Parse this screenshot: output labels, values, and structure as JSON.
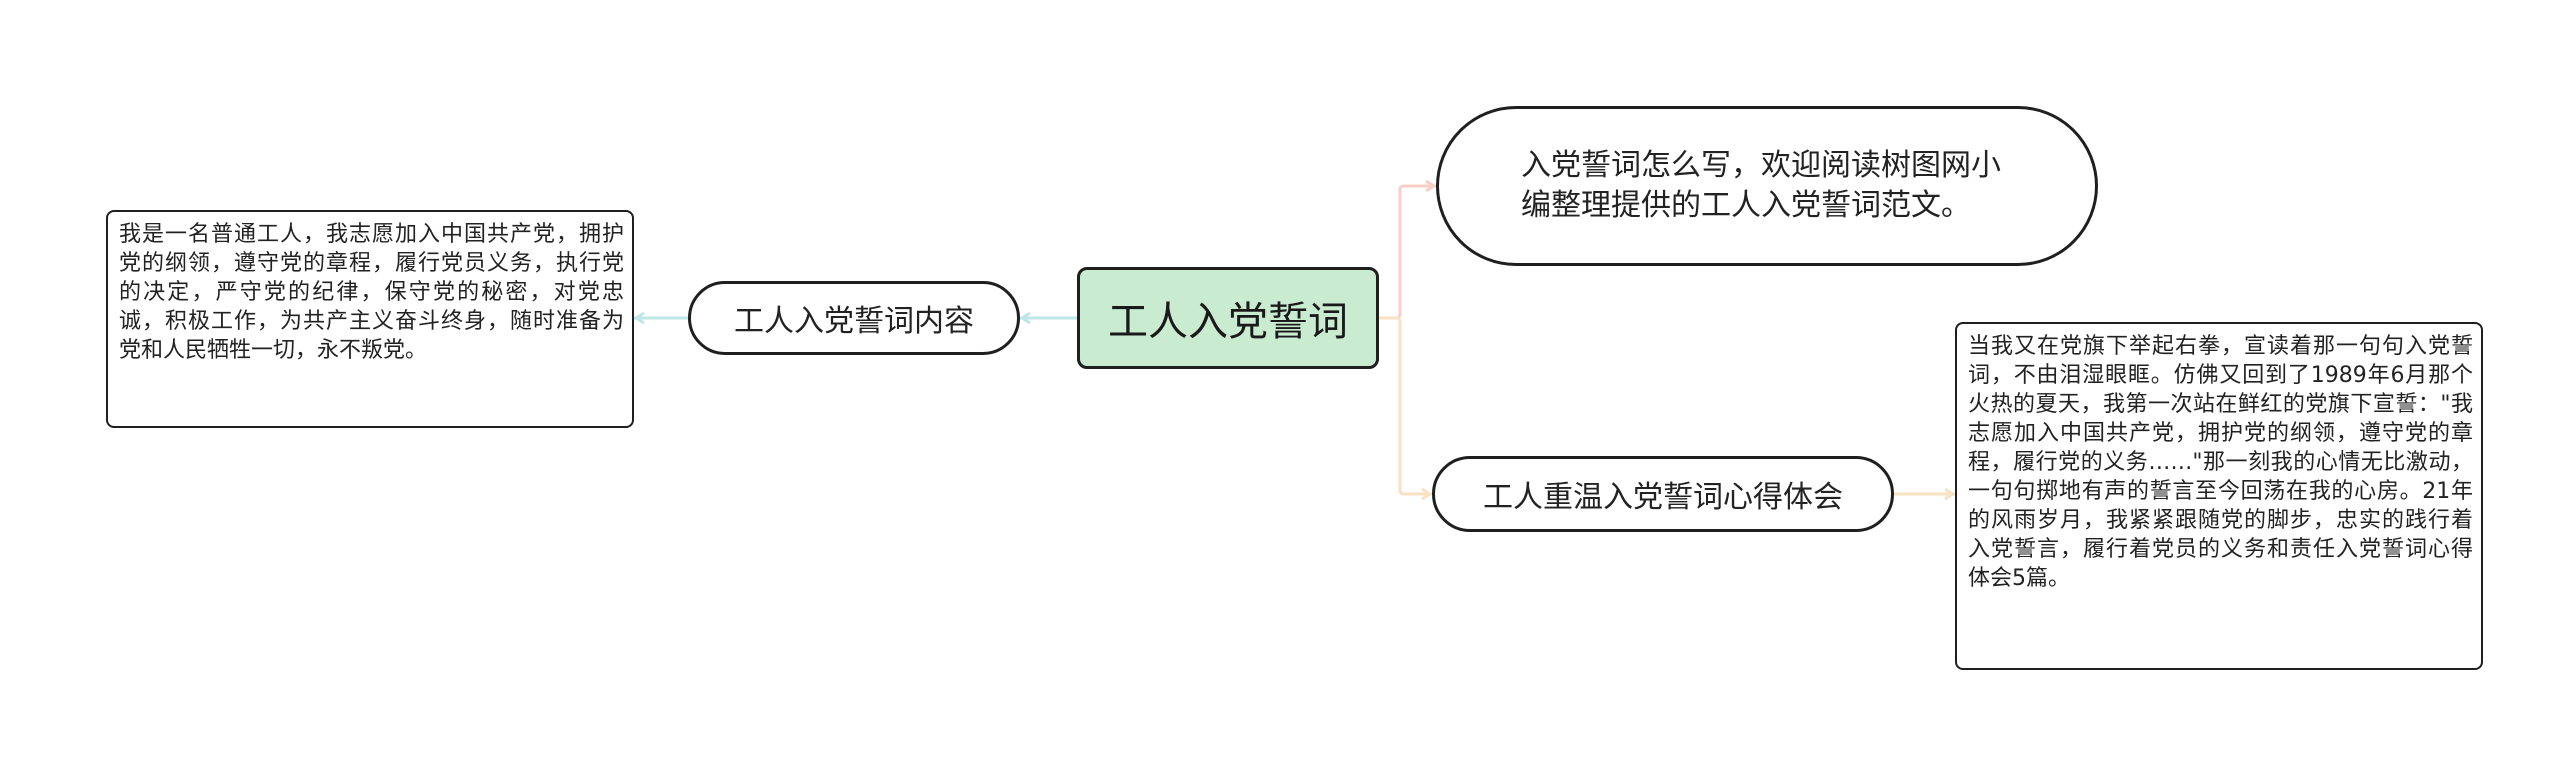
{
  "root": {
    "label": "工人入党誓词"
  },
  "left_branch": {
    "label": "工人入党誓词内容",
    "detail": "我是一名普通工人，我志愿加入中国共产党，拥护党的纲领，遵守党的章程，履行党员义务，执行党的决定，严守党的纪律，保守党的秘密，对党忠诚，积极工作，为共产主义奋斗终身，随时准备为党和人民牺牲一切，永不叛党。"
  },
  "right_top": {
    "label": "入党誓词怎么写，欢迎阅读树图网小编整理提供的工人入党誓词范文。"
  },
  "right_low": {
    "label": "工人重温入党誓词心得体会",
    "detail": "当我又在党旗下举起右拳，宣读着那一句句入党誓词，不由泪湿眼眶。仿佛又回到了1989年6月那个火热的夏天，我第一次站在鲜红的党旗下宣誓：\"我志愿加入中国共产党，拥护党的纲领，遵守党的章程，履行党的义务……\"那一刻我的心情无比激动，一句句掷地有声的誓言至今回荡在我的心房。21年的风雨岁月，我紧紧跟随党的脚步，忠实的践行着入党誓言，履行着党员的义务和责任入党誓词心得体会5篇。"
  },
  "colors": {
    "root_fill": "#c9ebd0",
    "border": "#1f1f1f",
    "connector_left": "#bfe6e6",
    "connector_right_top": "#f8cfc7",
    "connector_right_low": "#f8e2c4"
  }
}
